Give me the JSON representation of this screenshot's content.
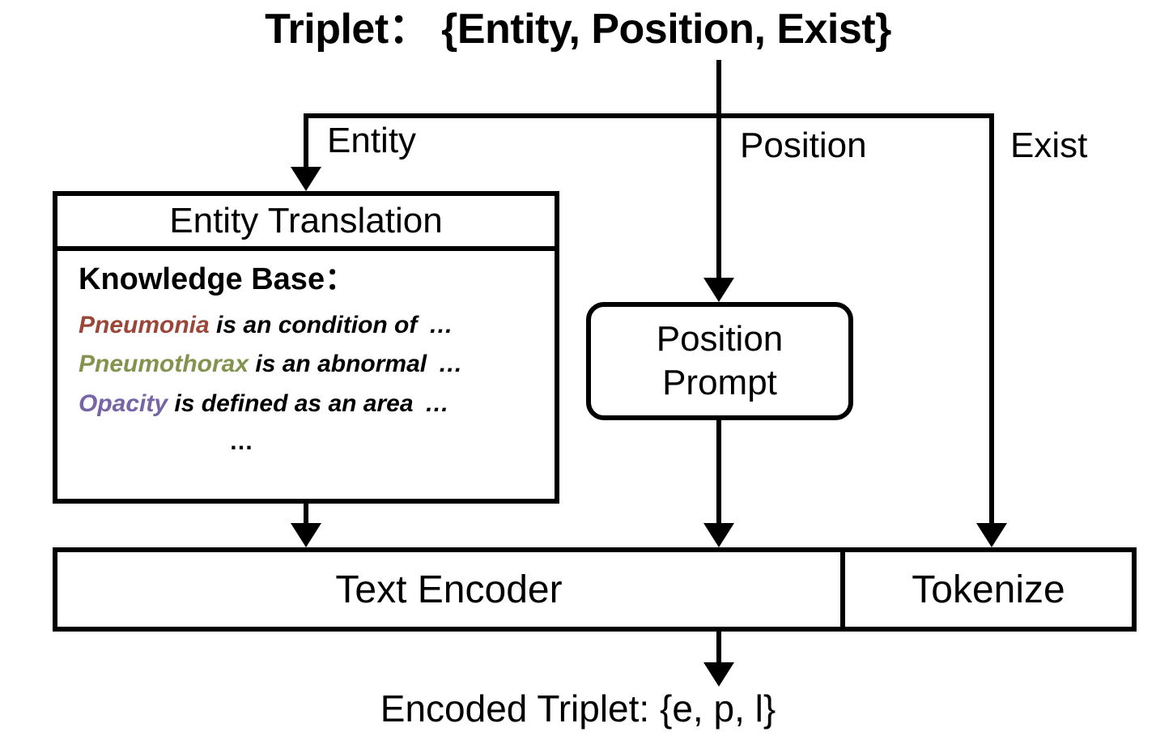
{
  "diagram": {
    "title": "Triplet： {Entity, Position, Exist}",
    "output_label": "Encoded Triplet: {e, p, l}",
    "edge_labels": {
      "entity": "Entity",
      "position": "Position",
      "exist": "Exist"
    },
    "entity_translation": {
      "header": "Entity Translation",
      "knowledge_base_title": "Knowledge Base：",
      "entries": [
        {
          "term": "Pneumonia",
          "rest": "is an  condition of",
          "dots": "…",
          "color": "#9A4638"
        },
        {
          "term": "Pneumothorax",
          "rest": "is an abnormal",
          "dots": "…",
          "color": "#83934E"
        },
        {
          "term": "Opacity",
          "rest": "is defined as an area",
          "dots": "…",
          "color": "#7664A6"
        }
      ],
      "more_ellipsis": "…"
    },
    "position_prompt": {
      "line1": "Position",
      "line2": "Prompt"
    },
    "encoder_bar": {
      "text_encoder": "Text Encoder",
      "tokenize": "Tokenize"
    },
    "colors": {
      "stroke": "#000000",
      "background": "#ffffff"
    }
  }
}
